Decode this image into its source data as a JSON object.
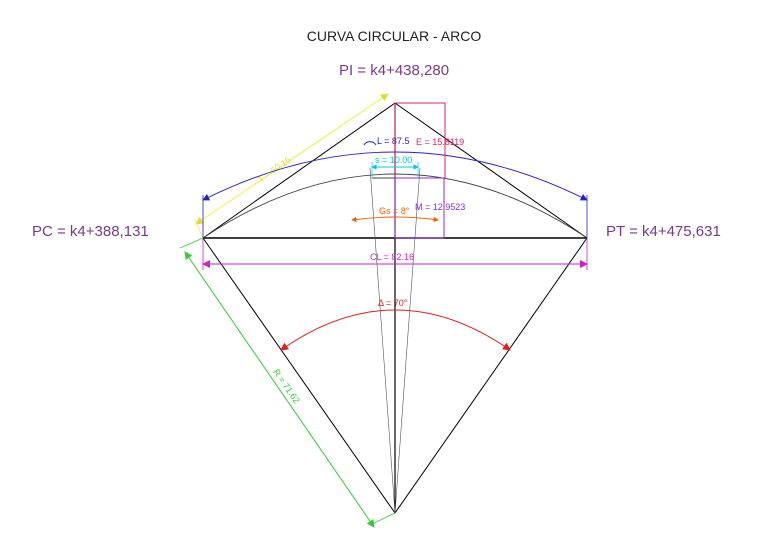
{
  "title": "CURVA CIRCULAR - ARCO",
  "points": {
    "pi": "PI = k4+438,280",
    "pc": "PC = k4+388,131",
    "pt": "PT = k4+475,631"
  },
  "labels": {
    "tangent": "T = 50.15",
    "arc_length": "L = 87.5",
    "external": "E = 15.8119",
    "chord_sub": "s = 10.00",
    "degree": "Gs = 8°",
    "middle_ordinate": "M = 12.9523",
    "long_chord": "CL = 82.16",
    "delta": "Δ = 70°",
    "radius": "R = 71.62"
  },
  "colors": {
    "text": "#222222",
    "station": "#7a3a8c",
    "tangent": "#eeee44",
    "arc_length": "#2222cc",
    "external": "#e0245e",
    "chord_sub": "#00c8e8",
    "degree": "#ff5a00",
    "middle_ordinate": "#8a2be2",
    "long_chord": "#cc22cc",
    "delta": "#e02020",
    "radius": "#33cc33",
    "geometry": "#000000"
  }
}
